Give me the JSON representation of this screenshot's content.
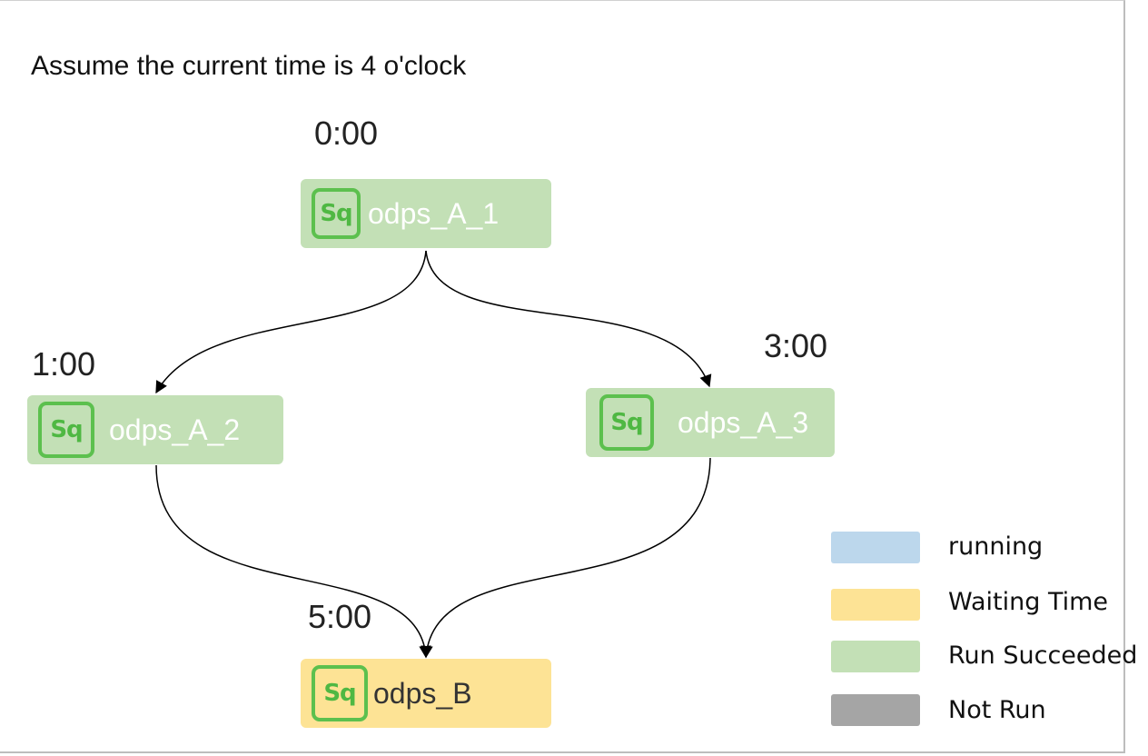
{
  "title": "Assume the current time is 4 o'clock",
  "nodes": {
    "a1": {
      "icon": "Sq",
      "label": "odps_A_1",
      "time": "0:00",
      "status": "Run Succeeded"
    },
    "a2": {
      "icon": "Sq",
      "label": "odps_A_2",
      "time": "1:00",
      "status": "Run Succeeded"
    },
    "a3": {
      "icon": "Sq",
      "label": "odps_A_3",
      "time": "3:00",
      "status": "Run Succeeded"
    },
    "b": {
      "icon": "Sq",
      "label": "odps_B",
      "time": "5:00",
      "status": "Waiting Time"
    }
  },
  "edges": [
    {
      "from": "odps_A_1",
      "to": "odps_A_2"
    },
    {
      "from": "odps_A_1",
      "to": "odps_A_3"
    },
    {
      "from": "odps_A_2",
      "to": "odps_B"
    },
    {
      "from": "odps_A_3",
      "to": "odps_B"
    }
  ],
  "legend": [
    {
      "label": "running",
      "color": "#bcd7ec"
    },
    {
      "label": "Waiting Time",
      "color": "#fde395"
    },
    {
      "label": "Run Succeeded",
      "color": "#c3e0b6"
    },
    {
      "label": "Not Run",
      "color": "#a5a5a5"
    }
  ]
}
